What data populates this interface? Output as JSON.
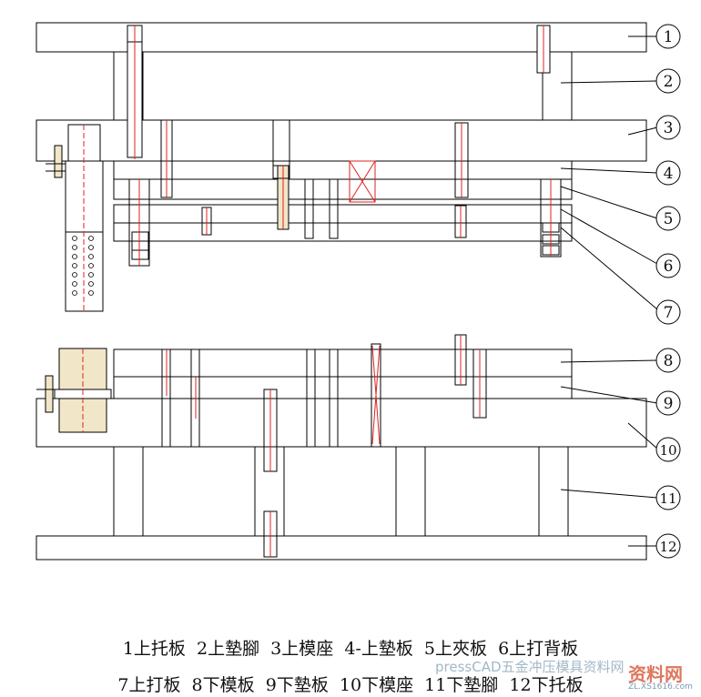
{
  "callouts": [
    "1",
    "2",
    "3",
    "4",
    "5",
    "6",
    "7",
    "8",
    "9",
    "10",
    "11",
    "12"
  ],
  "caption": {
    "line1": "1上托板  2上墊腳  3上模座  4-上墊板  5上夾板  6上打背板",
    "line2": "7上打板  8下模板  9下墊板  10下模座  11下墊腳  12下托板"
  },
  "watermark": {
    "text": "pressCAD五金冲压模具资料网",
    "site": "资料网",
    "url": "ZL.XS1616.com"
  },
  "colors": {
    "line": "#000000",
    "center": "#e02020",
    "bolt_fill": "#f2e6c8",
    "label": "#111111"
  }
}
